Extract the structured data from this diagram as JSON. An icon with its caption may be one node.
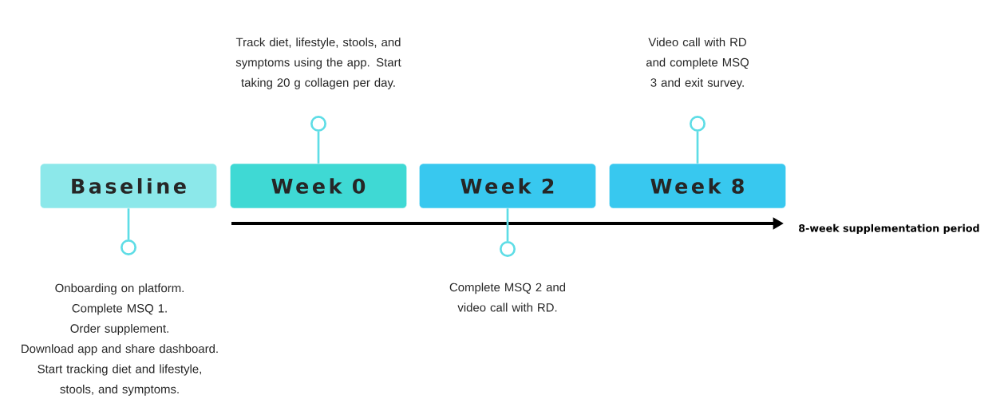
{
  "diagram": {
    "nodes": [
      {
        "text": [
          "Baseline"
        ]
      },
      {
        "text": [
          "Week 0"
        ]
      },
      {
        "text": [
          "Week 2"
        ]
      },
      {
        "text": [
          "Week 8"
        ]
      },
      {
        "text": [],
        "shape": "circle",
        "beside": [
          "Onboarding on platform.",
          "Complete MSQ 1.",
          "Order supplement.",
          "Download app and share dashboard.",
          "Start tracking diet and lifestyle, stools, and symptoms."
        ]
      },
      {
        "text": [],
        "shape": "circle",
        "beside": [
          "Track diet, lifestyle, stools, and symptoms using the app. Start taking 20 g collagen per day."
        ]
      },
      {
        "text": [],
        "shape": "circle",
        "beside": [
          "Complete MSQ 2 and video call with RD."
        ]
      },
      {
        "text": [],
        "shape": "circle",
        "beside": [
          "Video call with RD and complete MSQ 3 and exit survey."
        ]
      }
    ],
    "edges": [
      {
        "from": 0,
        "to": 4,
        "arrow": "none"
      },
      {
        "from": 1,
        "to": 5,
        "arrow": "none"
      },
      {
        "from": 2,
        "to": 6,
        "arrow": "none"
      },
      {
        "from": 3,
        "to": 7,
        "arrow": "none"
      }
    ],
    "labels": [
      "8-week supplementation period"
    ]
  }
}
